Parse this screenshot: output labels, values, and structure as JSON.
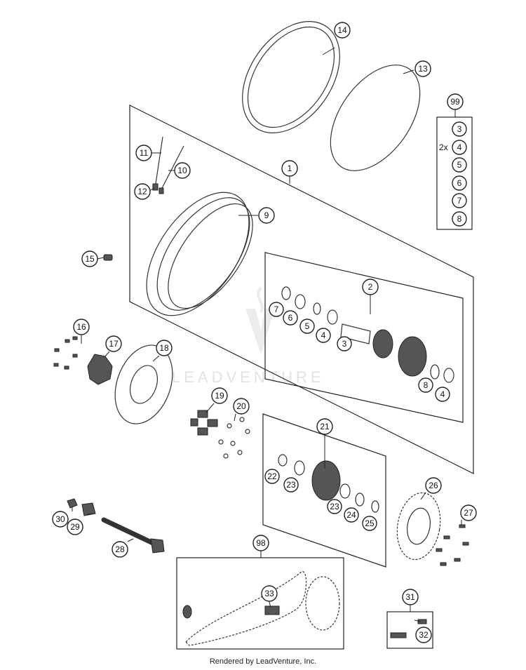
{
  "watermark": "LEADVENTURE",
  "footer": "Rendered by LeadVenture, Inc.",
  "kit_multiplier": "2x",
  "callouts": {
    "c1": "1",
    "c2": "2",
    "c3a": "3",
    "c3b": "3",
    "c4a": "4",
    "c4b": "4",
    "c4c": "4",
    "c5a": "5",
    "c5b": "5",
    "c6a": "6",
    "c6b": "6",
    "c7a": "7",
    "c7b": "7",
    "c8a": "8",
    "c8b": "8",
    "c9": "9",
    "c10": "10",
    "c11": "11",
    "c12": "12",
    "c13": "13",
    "c14": "14",
    "c15": "15",
    "c16": "16",
    "c17": "17",
    "c18": "18",
    "c19": "19",
    "c20": "20",
    "c21": "21",
    "c22": "22",
    "c23a": "23",
    "c23b": "23",
    "c24": "24",
    "c25": "25",
    "c26": "26",
    "c27": "27",
    "c28": "28",
    "c29": "29",
    "c30": "30",
    "c31": "31",
    "c32": "32",
    "c33": "33",
    "c98": "98",
    "c99": "99"
  }
}
